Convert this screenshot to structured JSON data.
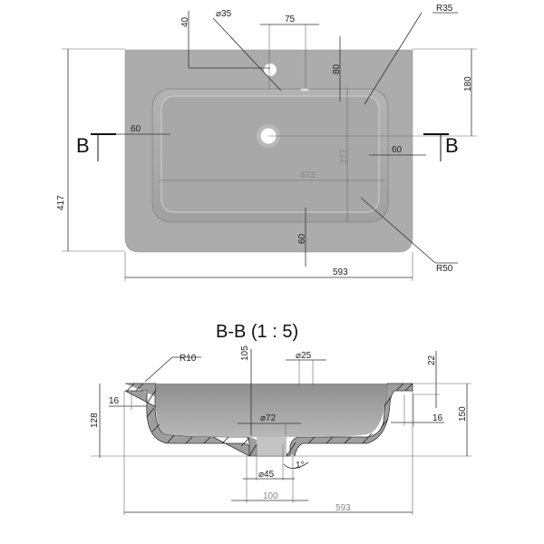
{
  "plan_view": {
    "dims": {
      "tap_offset": "40",
      "tap_hole_diameter": "⌀35",
      "tap_spacing": "75",
      "corner_radius_basin": "R35",
      "basin_top_offset": "80",
      "drain_offset": "180",
      "left_rim": "60",
      "right_rim": "60",
      "basin_depth": "277",
      "basin_width": "473",
      "overall_depth": "417",
      "bottom_rim": "60",
      "overall_width": "593",
      "corner_radius_outer": "R50"
    },
    "section_marker_left": "B",
    "section_marker_right": "B"
  },
  "section_view": {
    "title": "B-B (1 : 5)",
    "dims": {
      "inner_radius": "R10",
      "drain_height": "105",
      "overflow_diameter": "⌀25",
      "rim_thickness": "22",
      "left_lip": "16",
      "left_height": "128",
      "drain_diameter": "⌀72",
      "right_lip": "16",
      "overall_height": "150",
      "outlet_diameter": "⌀45",
      "draft_angle": "1°",
      "outlet_width": "100",
      "overall_width": "593"
    }
  },
  "colors": {
    "body": "#a9a9a9",
    "basin": "#a3a3a3",
    "line": "#333333"
  }
}
